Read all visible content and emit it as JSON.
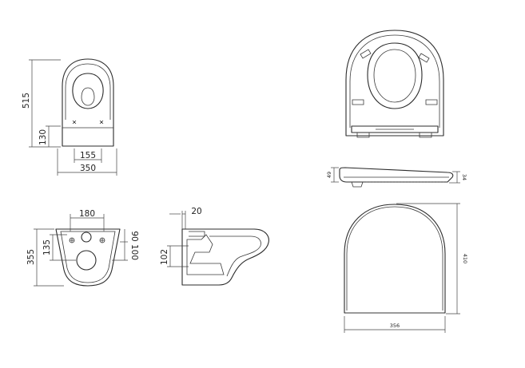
{
  "dimensions": {
    "top_view_length": "515",
    "top_view_rear_depth": "130",
    "top_view_fix_spacing": "155",
    "top_view_width": "350",
    "rear_fix_width": "180",
    "rear_total_height": "355",
    "rear_fix_height": "135",
    "rear_upper_offset": "90",
    "rear_lower_offset": "100",
    "side_offset": "20",
    "side_outlet_height": "102",
    "seat_side_rear_height": "49",
    "seat_side_front_height": "34",
    "seat_length": "410",
    "seat_width": "356"
  },
  "colors": {
    "line": "#2b2b2b",
    "background": "#ffffff"
  }
}
